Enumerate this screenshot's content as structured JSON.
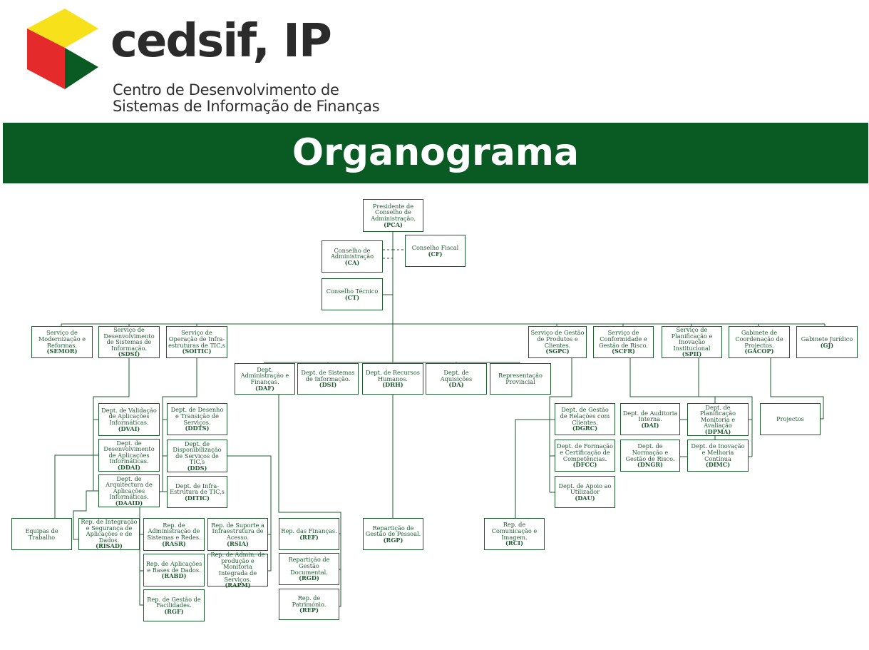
{
  "brand": {
    "name": "cedsif, IP",
    "subtitle_line1": "Centro de Desenvolvimento de",
    "subtitle_line2": "Sistemas de Informação de Finanças",
    "colors": {
      "yellow": "#f7e11a",
      "red": "#e42a2a",
      "green": "#0a5a24"
    }
  },
  "banner": {
    "title": "Organograma",
    "color": "#0a5a24"
  },
  "org": {
    "pca": {
      "name": "Presidente de Conselho de Administração.",
      "abbr": "(PCA)"
    },
    "ca": {
      "name": "Conselho de Administração",
      "abbr": "(CA)"
    },
    "cf": {
      "name": "Conselho Fiscal",
      "abbr": "(CF)"
    },
    "ct": {
      "name": "Conselho Técnico",
      "abbr": "(CT)"
    },
    "semor": {
      "name": "Serviço de Modernização e Reformas.",
      "abbr": "(SEMOR)"
    },
    "sdsi": {
      "name": "Serviço de Desenvolvimento de Sistemas de Informação.",
      "abbr": "(SDSI)"
    },
    "soitic": {
      "name": "Serviço de Operação de Infra-estruturas de TIC,s",
      "abbr": "(SOITIC)"
    },
    "sgpc": {
      "name": "Serviço de Gestão de Produtos e Clientes.",
      "abbr": "(SGPC)"
    },
    "scfr": {
      "name": "Serviço de Conformidade e Gestão de Risco.",
      "abbr": "(SCFR)"
    },
    "spii": {
      "name": "Serviço de Planificação e Inovação Institucional",
      "abbr": "(SPII)"
    },
    "gacop": {
      "name": "Gabinete de Coordenação de Projectos.",
      "abbr": "(GACOP)"
    },
    "gj": {
      "name": "Gabinete Jurídico",
      "abbr": "(GJ)"
    },
    "daf": {
      "name": "Dept. Administração e Finanças.",
      "abbr": "(DAF)"
    },
    "dsi": {
      "name": "Dept. de Sistemas de Informação.",
      "abbr": "(DSI)"
    },
    "drh": {
      "name": "Dept. de Recursos Humanos.",
      "abbr": "(DRH)"
    },
    "da": {
      "name": "Dept. de Aquisições",
      "abbr": "(DA)"
    },
    "rp": {
      "name": "Representação Provincial",
      "abbr": ""
    },
    "dvai": {
      "name": "Dept. de Validação de Aplicações Informáticas.",
      "abbr": "(DVAI)"
    },
    "ddai": {
      "name": "Dept. de Desenvolvimento de Aplicações Informáticas.",
      "abbr": "(DDAI)"
    },
    "daaid": {
      "name": "Dept. de Arquitectura de Aplicações Informáticas.",
      "abbr": "(DAAID)"
    },
    "ddts": {
      "name": "Dept. de Desenho e Transição de Serviços.",
      "abbr": "(DDTS)"
    },
    "dds": {
      "name": "Dept. de Disponibilização de Serviços de TIC,s",
      "abbr": "(DDS)"
    },
    "ditic": {
      "name": "Dept. de Infra-Estrutura de TIC,s",
      "abbr": "(DITIC)"
    },
    "dgrc": {
      "name": "Dept. de Gestão de Relações com Clientes.",
      "abbr": "(DGRC)"
    },
    "dfcc": {
      "name": "Dept. de Formação e Certificação de Competências.",
      "abbr": "(DFCC)"
    },
    "dau": {
      "name": "Dept. de Apoio ao Utilizador",
      "abbr": "(DAU)"
    },
    "dai": {
      "name": "Dept. de Auditoria Interna.",
      "abbr": "(DAI)"
    },
    "dngr": {
      "name": "Dept. de Normação e Gestão de Risco.",
      "abbr": "(DNGR)"
    },
    "dpma": {
      "name": "Dept. de Planificação Monitoria e Avaliação",
      "abbr": "(DPMA)"
    },
    "dimc": {
      "name": "Dept. de Inovação e Melhoria Contínua",
      "abbr": "(DIMC)"
    },
    "projectos": {
      "name": "Projectos",
      "abbr": ""
    },
    "et": {
      "name": "Equipas de Trabalho",
      "abbr": ""
    },
    "risad": {
      "name": "Rep. de Integração e Segurança de Aplicações e de Dados.",
      "abbr": "(RISAD)"
    },
    "rasr": {
      "name": "Rep. de Administração de Sistemas e Redes.",
      "abbr": "(RASR)"
    },
    "rsia": {
      "name": "Rep. de Suporte a Infraestrutura de Acesso.",
      "abbr": "(RSIA)"
    },
    "rabd": {
      "name": "Rep. de Aplicações e Bases de Dados.",
      "abbr": "(RABD)"
    },
    "rapm": {
      "name": "Rep. de Admin. de produção e Monitoria Integrada de Serviços.",
      "abbr": "(RAPM)"
    },
    "rgf": {
      "name": "Rep. de Gestão de Facilidades.",
      "abbr": "(RGF)"
    },
    "ref": {
      "name": "Rep. das Finanças.",
      "abbr": "(REF)"
    },
    "rgd": {
      "name": "Repartição de Gestão Documental.",
      "abbr": "(RGD)"
    },
    "rep": {
      "name": "Rep. de Património.",
      "abbr": "(REP)"
    },
    "rgp": {
      "name": "Repartição de Gestão de Pessoal.",
      "abbr": "(RGP)"
    },
    "rci": {
      "name": "Rep. de Comunicação e Imagem.",
      "abbr": "(RCI)"
    }
  }
}
